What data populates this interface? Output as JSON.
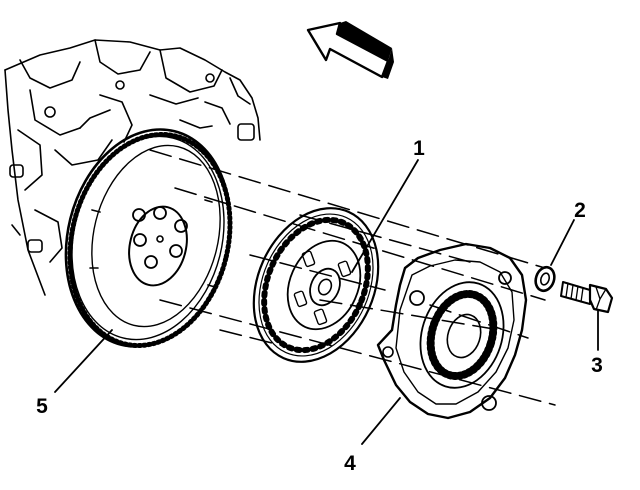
{
  "callouts": [
    {
      "id": "1",
      "label": "1"
    },
    {
      "id": "2",
      "label": "2"
    },
    {
      "id": "3",
      "label": "3"
    },
    {
      "id": "4",
      "label": "4"
    },
    {
      "id": "5",
      "label": "5"
    }
  ],
  "colors": {
    "ink": "#000000",
    "paper": "#ffffff",
    "arrow_fill": "#ffffff"
  },
  "icons": {
    "direction": "direction-arrow-icon"
  }
}
